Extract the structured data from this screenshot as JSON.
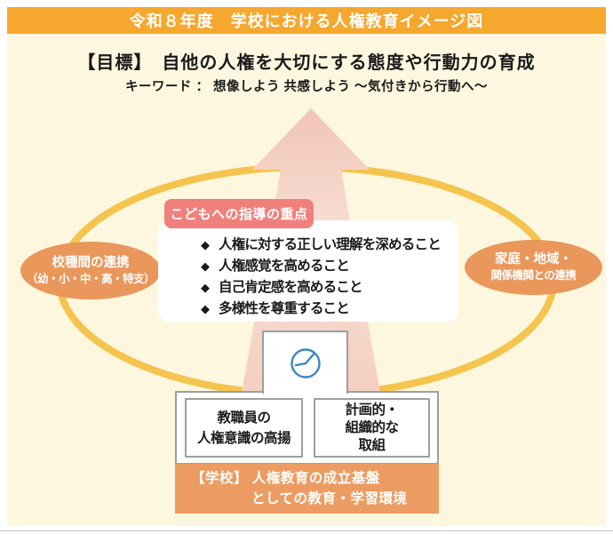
{
  "colors": {
    "titlebar": "#F5A72E",
    "cream": "#FCF7DE",
    "ring": "#F5C44E",
    "bubble": "#EA975B",
    "badge": "#F0807C",
    "arrow_top": "#F1C5B7",
    "arrow_mid": "#F8DFD6",
    "arrow_bottom": "#F3CFC0",
    "base": "#EC9C62",
    "clock": "#3C86C0",
    "border_gray": "#9E9E9E",
    "text": "#1A1A1A",
    "white": "#FFFFFF"
  },
  "header": {
    "title": "令和８年度　学校における人権教育イメージ図",
    "goal": "【目標】　自他の人権を大切にする態度や行動力の育成",
    "keyword": "キーワード ： 想像しよう 共感しよう ～気付きから行動へ～"
  },
  "guidance": {
    "badge": "こどもへの指導の重点",
    "marker": "◆",
    "items": [
      "人権に対する正しい理解を深めること",
      "人権感覚を高めること",
      "自己肯定感を高めること",
      "多様性を尊重すること"
    ]
  },
  "bubbles": {
    "left": {
      "line1": "校種間の連携",
      "line2": "（幼・小・中・高・特支）"
    },
    "right": {
      "line1": "家庭・地域・",
      "line2": "関係機関との連携"
    }
  },
  "foundation": {
    "staff_box": {
      "line1": "教職員の",
      "line2": "人権意識の高揚"
    },
    "plan_box": {
      "line1": "計画的・",
      "line2": "組織的な",
      "line3": "取組"
    },
    "base_box": {
      "line1": "【学校】 人権教育の成立基盤",
      "line2": "としての教育・学習環境"
    },
    "clock_icon": "clock"
  }
}
